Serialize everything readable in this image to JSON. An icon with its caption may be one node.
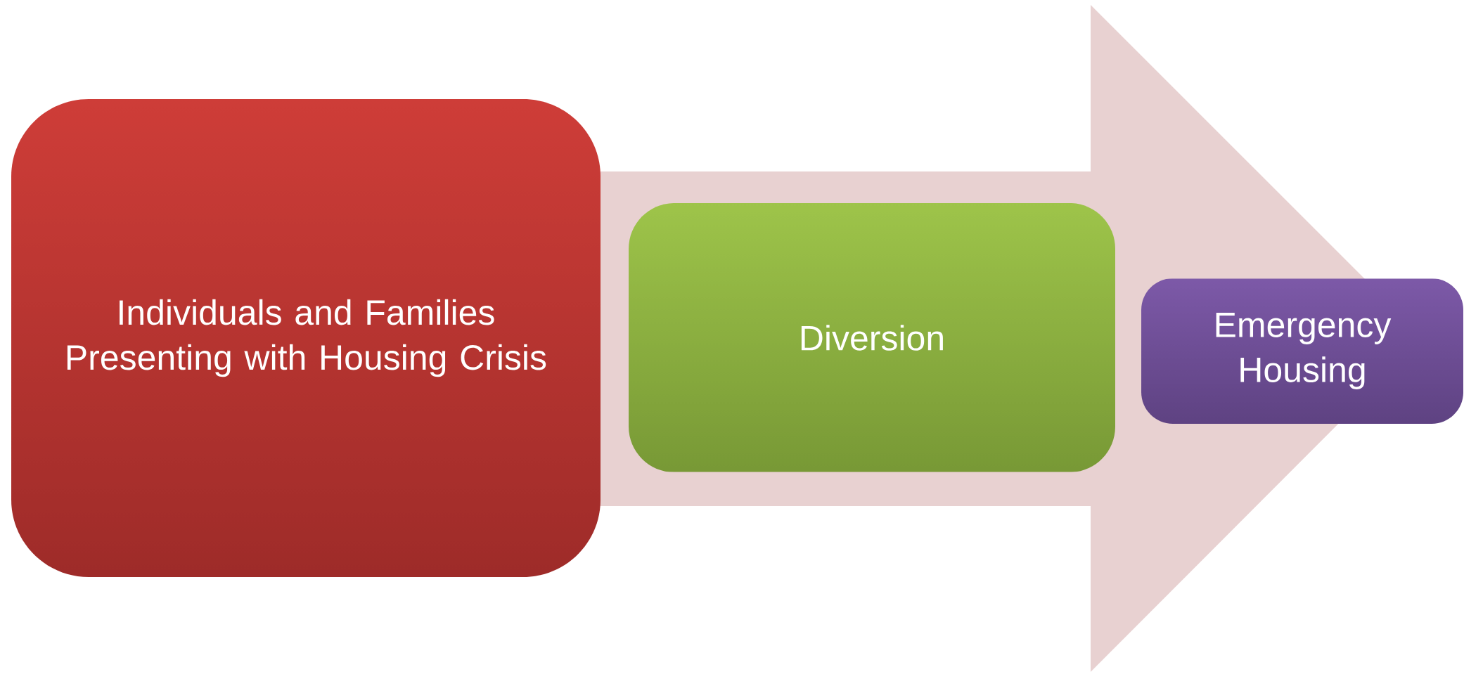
{
  "diagram": {
    "nodes": [
      {
        "text": [
          "Individuals and Families Presenting with Housing Crisis"
        ]
      },
      {
        "text": [
          "Diversion"
        ]
      },
      {
        "text": [
          "Emergency Housing"
        ]
      }
    ],
    "edges": [
      {
        "from": 0,
        "to": 2,
        "arrow": "to"
      }
    ]
  }
}
